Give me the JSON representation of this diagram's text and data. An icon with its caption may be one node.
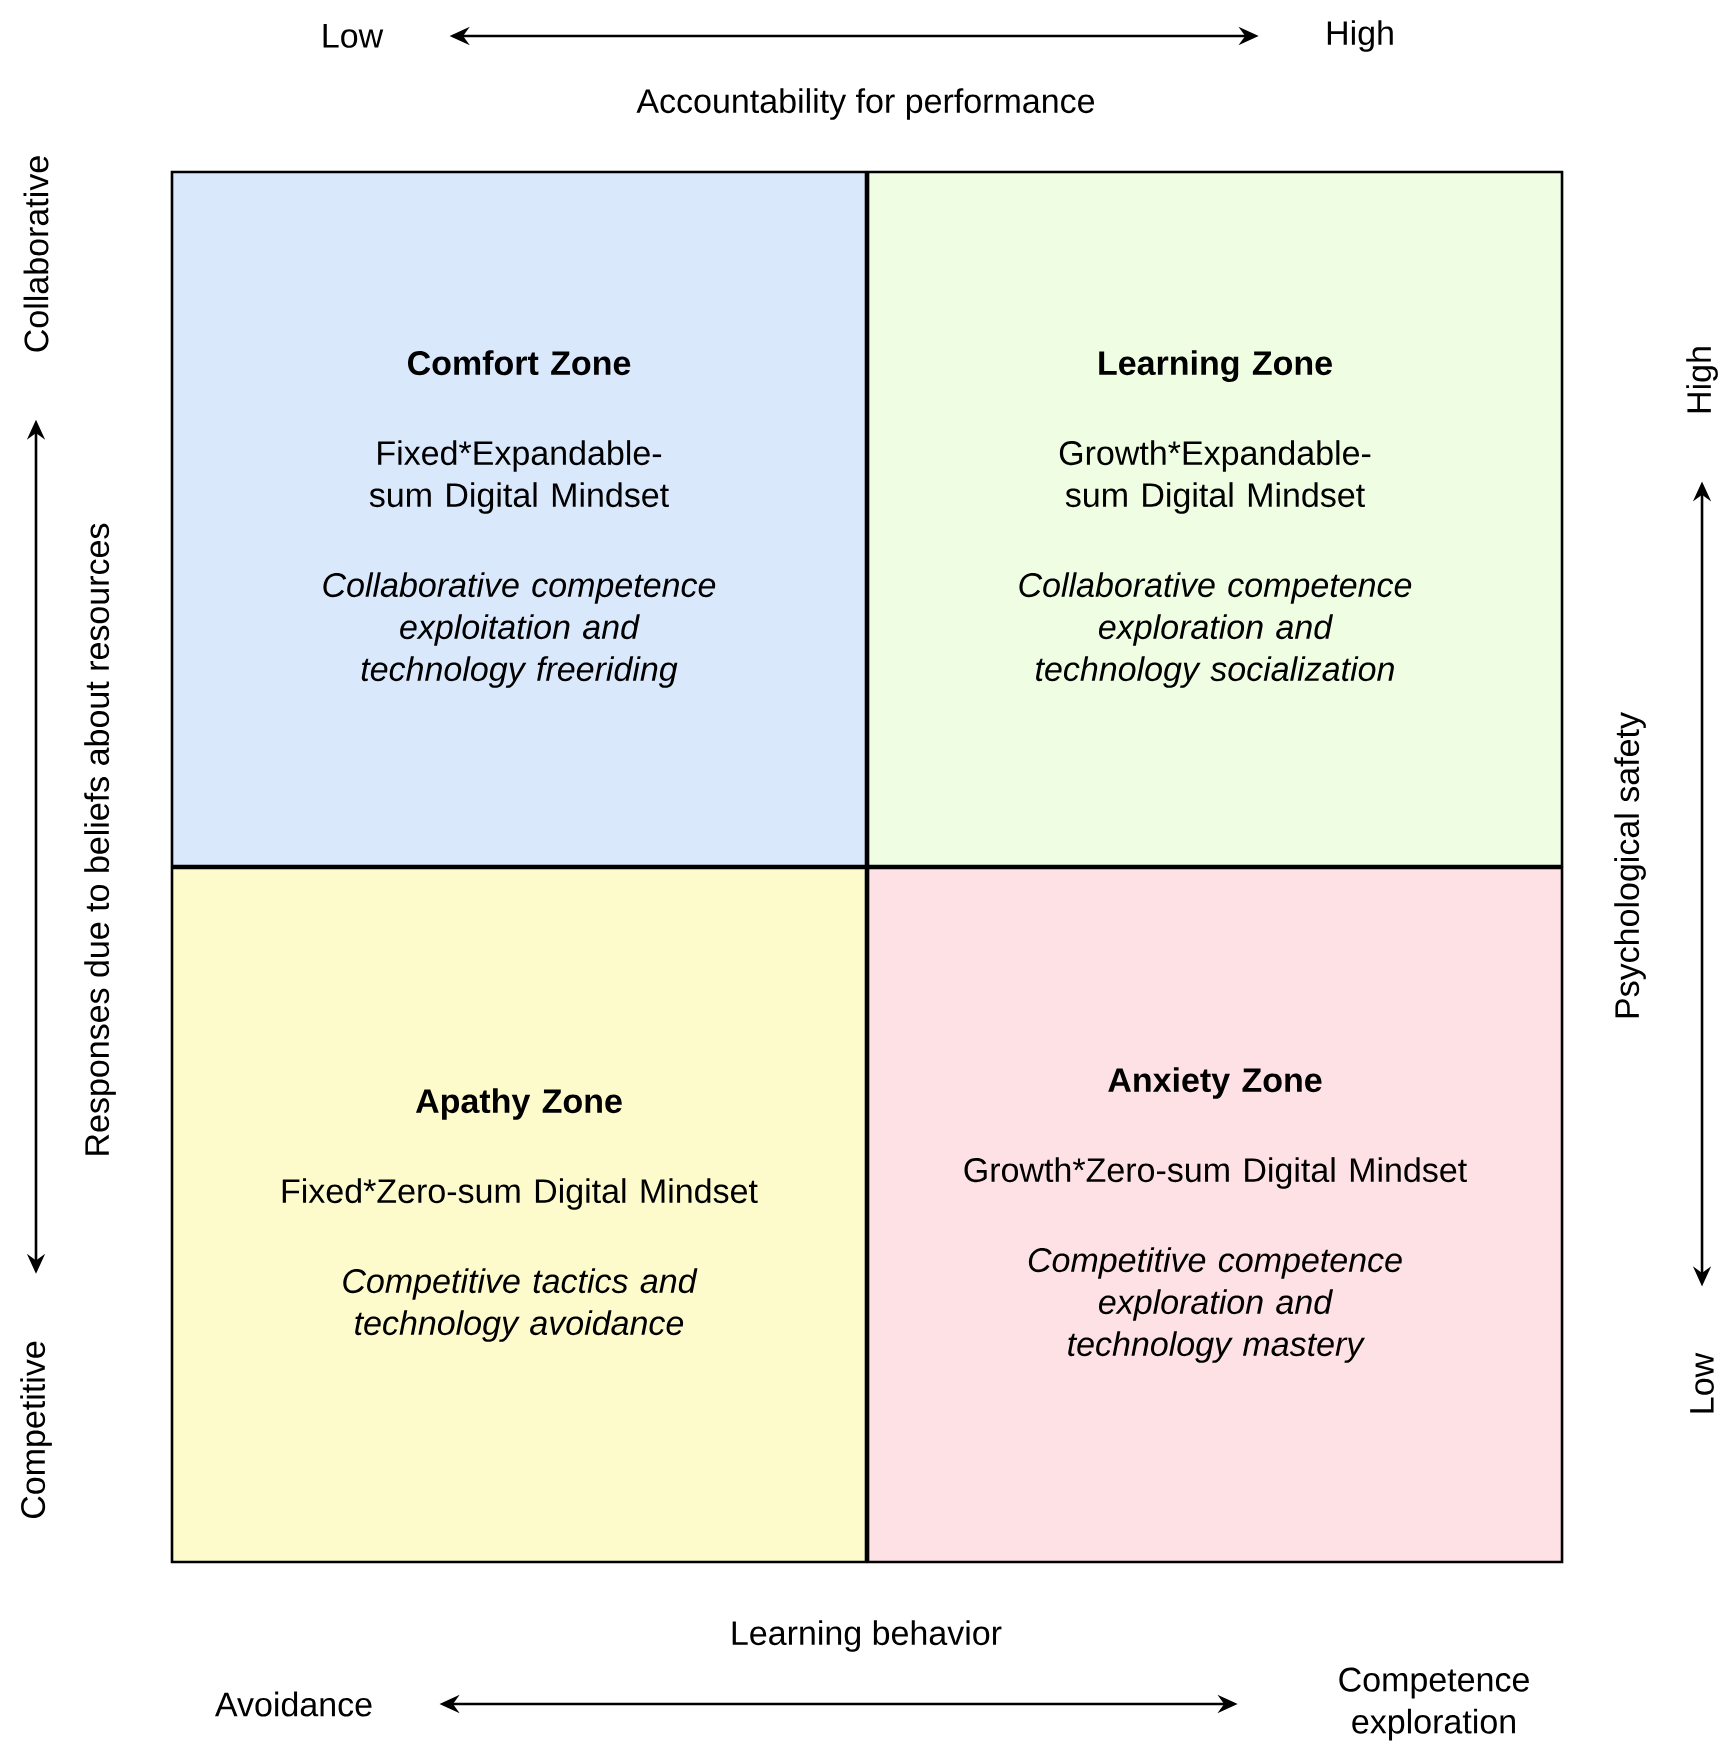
{
  "diagram": {
    "nodes": [
      {
        "text": [
          "Comfort Zone",
          "Fixed*Expandable-sum Digital Mindset",
          "Collaborative competence exploitation and technology freeriding"
        ]
      },
      {
        "text": [
          "Learning Zone",
          "Growth*Expandable-sum Digital Mindset",
          "Collaborative competence exploration and technology socialization"
        ]
      },
      {
        "text": [
          "Apathy Zone",
          "Fixed*Zero-sum Digital Mindset",
          "Competitive tactics and technology avoidance"
        ]
      },
      {
        "text": [
          "Anxiety Zone",
          "Growth*Zero-sum Digital Mindset",
          "Competitive competence exploration and technology mastery"
        ]
      },
      {
        "text": [
          "Low"
        ]
      },
      {
        "text": [
          "High"
        ]
      },
      {
        "text": [
          "Avoidance"
        ]
      },
      {
        "text": [
          "Competence exploration"
        ]
      },
      {
        "text": [
          "Collaborative"
        ]
      },
      {
        "text": [
          "Competitive"
        ]
      },
      {
        "text": [
          "High"
        ]
      },
      {
        "text": [
          "Low"
        ]
      }
    ],
    "edges": [
      {
        "from": 4,
        "to": 5,
        "arrow": "both"
      },
      {
        "from": 6,
        "to": 7,
        "arrow": "both"
      },
      {
        "from": 8,
        "to": 9,
        "arrow": "both"
      },
      {
        "from": 10,
        "to": 11,
        "arrow": "both"
      }
    ],
    "labels": [
      "Accountability for performance",
      "Learning behavior",
      "Responses due to beliefs about resources",
      "Psychological safety"
    ]
  }
}
